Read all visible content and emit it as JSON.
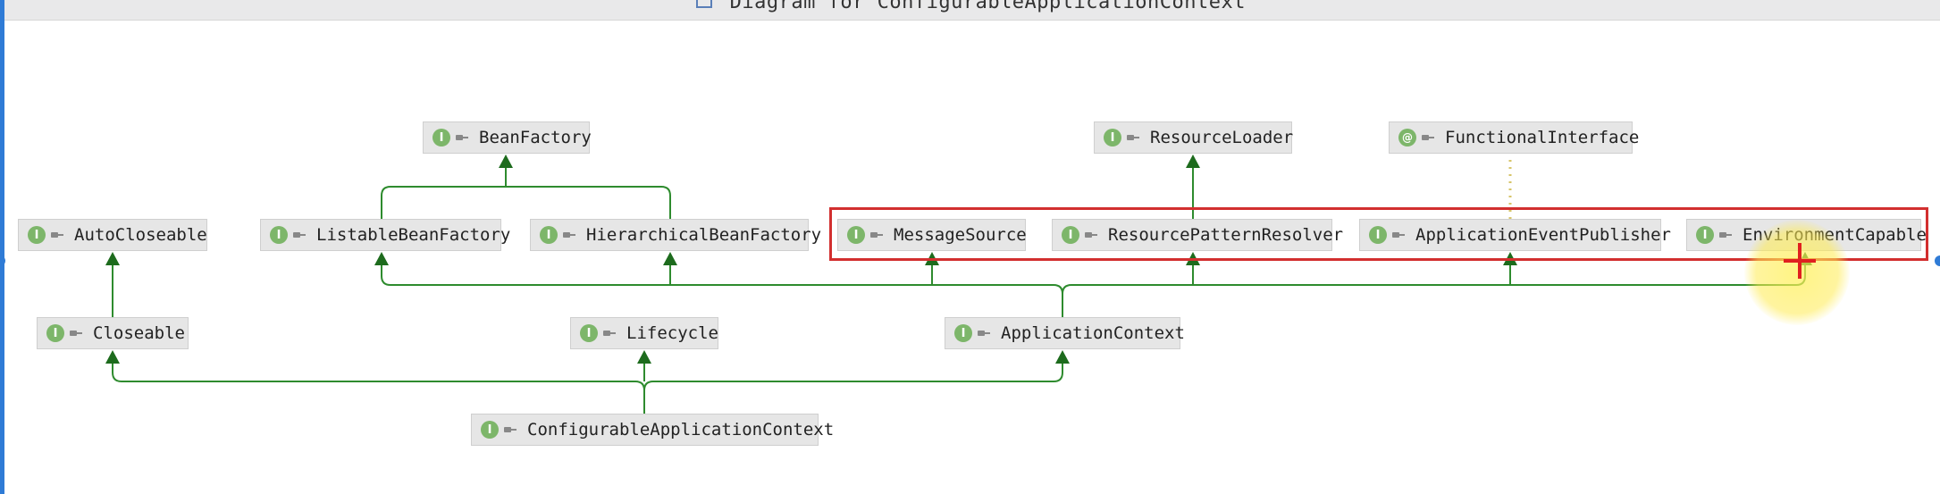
{
  "window": {
    "title": "Diagram for ConfigurableApplicationContext",
    "title_icon": "diagram-icon"
  },
  "colors": {
    "edge": "#2e8b2e",
    "arrowhead": "#1d6b1d",
    "node_fill": "#e6e6e6",
    "badge": "#7db66a",
    "highlight": "#d22f2f",
    "dotted_edge": "#d7c56a"
  },
  "nodes": [
    {
      "id": "BeanFactory",
      "label": "BeanFactory",
      "badge": "I"
    },
    {
      "id": "ResourceLoader",
      "label": "ResourceLoader",
      "badge": "I"
    },
    {
      "id": "FunctionalInterface",
      "label": "FunctionalInterface",
      "badge": "@"
    },
    {
      "id": "AutoCloseable",
      "label": "AutoCloseable",
      "badge": "I"
    },
    {
      "id": "ListableBeanFactory",
      "label": "ListableBeanFactory",
      "badge": "I"
    },
    {
      "id": "HierarchicalBeanFactory",
      "label": "HierarchicalBeanFactory",
      "badge": "I"
    },
    {
      "id": "MessageSource",
      "label": "MessageSource",
      "badge": "I"
    },
    {
      "id": "ResourcePatternResolver",
      "label": "ResourcePatternResolver",
      "badge": "I"
    },
    {
      "id": "ApplicationEventPublisher",
      "label": "ApplicationEventPublisher",
      "badge": "I"
    },
    {
      "id": "EnvironmentCapable",
      "label": "EnvironmentCapable",
      "badge": "I"
    },
    {
      "id": "Closeable",
      "label": "Closeable",
      "badge": "I"
    },
    {
      "id": "Lifecycle",
      "label": "Lifecycle",
      "badge": "I"
    },
    {
      "id": "ApplicationContext",
      "label": "ApplicationContext",
      "badge": "I"
    },
    {
      "id": "ConfigurableApplicationContext",
      "label": "ConfigurableApplicationContext",
      "badge": "I"
    }
  ],
  "edges": [
    {
      "from": "ListableBeanFactory",
      "to": "BeanFactory",
      "style": "extends"
    },
    {
      "from": "HierarchicalBeanFactory",
      "to": "BeanFactory",
      "style": "extends"
    },
    {
      "from": "ResourcePatternResolver",
      "to": "ResourceLoader",
      "style": "extends"
    },
    {
      "from": "ApplicationEventPublisher",
      "to": "FunctionalInterface",
      "style": "annotated"
    },
    {
      "from": "Closeable",
      "to": "AutoCloseable",
      "style": "extends"
    },
    {
      "from": "ApplicationContext",
      "to": "ListableBeanFactory",
      "style": "extends"
    },
    {
      "from": "ApplicationContext",
      "to": "HierarchicalBeanFactory",
      "style": "extends"
    },
    {
      "from": "ApplicationContext",
      "to": "MessageSource",
      "style": "extends"
    },
    {
      "from": "ApplicationContext",
      "to": "ResourcePatternResolver",
      "style": "extends"
    },
    {
      "from": "ApplicationContext",
      "to": "ApplicationEventPublisher",
      "style": "extends"
    },
    {
      "from": "ApplicationContext",
      "to": "EnvironmentCapable",
      "style": "extends"
    },
    {
      "from": "ConfigurableApplicationContext",
      "to": "Closeable",
      "style": "extends"
    },
    {
      "from": "ConfigurableApplicationContext",
      "to": "Lifecycle",
      "style": "extends"
    },
    {
      "from": "ConfigurableApplicationContext",
      "to": "ApplicationContext",
      "style": "extends"
    }
  ],
  "highlighted_group": [
    "MessageSource",
    "ResourcePatternResolver",
    "ApplicationEventPublisher",
    "EnvironmentCapable"
  ]
}
